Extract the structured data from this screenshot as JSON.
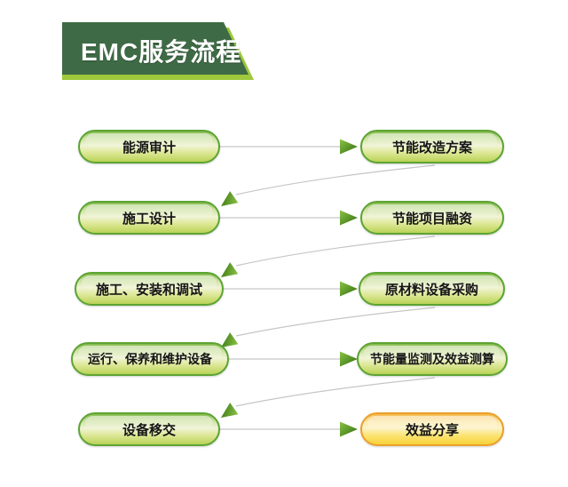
{
  "header": {
    "title": "EMC服务流程"
  },
  "colors": {
    "banner_dark_green": "#3e6b45",
    "banner_accent_green": "#9fc83c",
    "pill_border_green": "#5ca433",
    "pill_border_yellow": "#eb9f2c",
    "pill_fill_green_light": "#f0f4d7",
    "pill_fill_yellow": "#f7d238",
    "arrow_green_dark": "#2f6c0d",
    "arrow_green_light": "#8cc447",
    "connector_gray": "#c6c6c6",
    "text_black": "#151515",
    "title_white": "#ffffff"
  },
  "flow": {
    "rows": [
      {
        "left": "能源审计",
        "right": "节能改造方案"
      },
      {
        "left": "施工设计",
        "right": "节能项目融资"
      },
      {
        "left": "施工、安装和调试",
        "right": "原材料设备采购"
      },
      {
        "left": "运行、保养和维护设备",
        "right": "节能量监测及效益测算"
      },
      {
        "left": "设备移交",
        "right": "效益分享"
      }
    ]
  }
}
